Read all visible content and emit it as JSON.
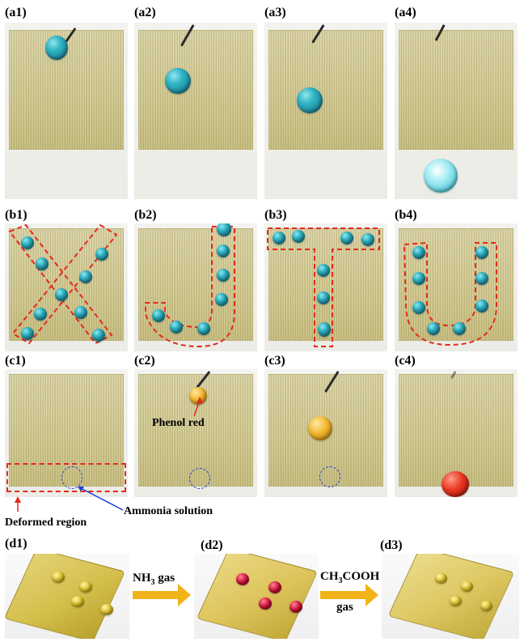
{
  "labels": {
    "a1": "(a1)",
    "a2": "(a2)",
    "a3": "(a3)",
    "a4": "(a4)",
    "b1": "(b1)",
    "b2": "(b2)",
    "b3": "(b3)",
    "b4": "(b4)",
    "c1": "(c1)",
    "c2": "(c2)",
    "c3": "(c3)",
    "c4": "(c4)",
    "d1": "(d1)",
    "d2": "(d2)",
    "d3": "(d3)"
  },
  "annotations": {
    "phenol_red": "Phenol red",
    "deformed_region": "Deformed region",
    "ammonia_solution": "Ammonia solution"
  },
  "arrows": {
    "nh3": {
      "main": "NH",
      "sub": "3",
      "rest": " gas"
    },
    "ch3cooh": {
      "a": "CH",
      "sub1": "3",
      "b": "COOH",
      "line2": "gas"
    }
  },
  "colors": {
    "dashed_outline": "#e42a1c",
    "ammonia_circle": "#1d3fd6",
    "arrow_fill": "#f2b31a"
  }
}
